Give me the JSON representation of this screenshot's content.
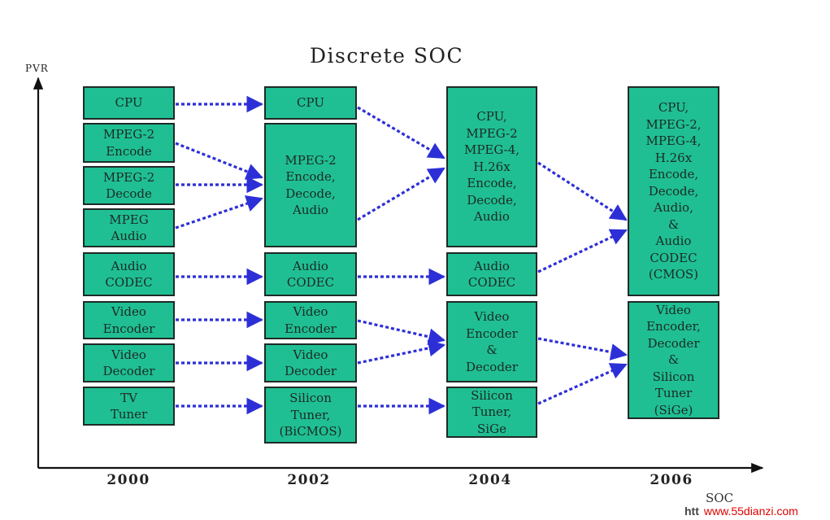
{
  "title": "Discrete SOC",
  "y_axis_label": "PVR",
  "x_axis_label": "SOC",
  "years": [
    "2000",
    "2002",
    "2004",
    "2006"
  ],
  "boxes": {
    "c2000_cpu": "CPU",
    "c2000_mpeg2_encode": "MPEG-2\nEncode",
    "c2000_mpeg2_decode": "MPEG-2\nDecode",
    "c2000_mpeg_audio": "MPEG\nAudio",
    "c2000_audio_codec": "Audio\nCODEC",
    "c2000_video_encoder": "Video\nEncoder",
    "c2000_video_decoder": "Video\nDecoder",
    "c2000_tv_tuner": "TV\nTuner",
    "c2002_cpu": "CPU",
    "c2002_mpeg2": "MPEG-2\nEncode,\nDecode,\nAudio",
    "c2002_audio_codec": "Audio\nCODEC",
    "c2002_video_encoder": "Video\nEncoder",
    "c2002_video_decoder": "Video\nDecoder",
    "c2002_silicon_tuner": "Silicon\nTuner,\n(BiCMOS)",
    "c2004_cpu_mpeg": "CPU,\nMPEG-2\nMPEG-4,\nH.26x\nEncode,\nDecode,\nAudio",
    "c2004_audio_codec": "Audio\nCODEC",
    "c2004_video_encdec": "Video\nEncoder\n&\nDecoder",
    "c2004_silicon_tuner": "Silicon\nTuner,\nSiGe",
    "c2006_cpu_mpeg_audio": "CPU,\nMPEG-2,\nMPEG-4,\nH.26x\nEncode,\nDecode,\nAudio,\n&\nAudio\nCODEC\n(CMOS)",
    "c2006_video_tuner": "Video\nEncoder,\nDecoder\n&\nSilicon\nTuner\n(SiGe)"
  },
  "watermark": {
    "prefix": "htt",
    "url": "www.55dianzi.com"
  },
  "colors": {
    "box_fill": "#1fbf93",
    "box_border": "#1f2a26",
    "arrow": "#2d2fd6",
    "axis": "#111111"
  }
}
